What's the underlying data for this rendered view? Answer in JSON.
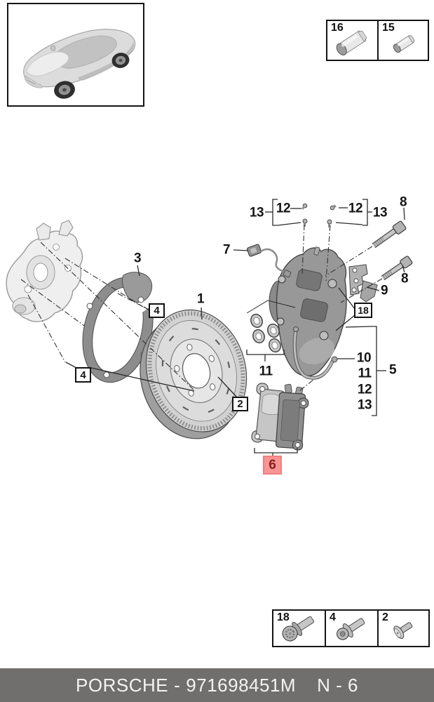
{
  "theme": {
    "highlight_fill": "#f89494",
    "highlight_border": "#ef8080",
    "highlight_text": "#8a1f1f",
    "footer_bg": "#716e6e",
    "footer_text": "#f5f3f3",
    "line_color": "#2b2b2b"
  },
  "vehicle_box": {
    "icon": "porsche-panamera-three-quarter-view"
  },
  "insets": {
    "consumables": {
      "items": [
        {
          "label": "16",
          "icon": "grease-tube-large"
        },
        {
          "label": "15",
          "icon": "grease-tube-small"
        }
      ]
    },
    "fasteners": {
      "items": [
        {
          "label": "18",
          "icon": "multipoint-socket-bolt"
        },
        {
          "label": "4",
          "icon": "washer-head-bolt"
        },
        {
          "label": "2",
          "icon": "countersunk-screw"
        }
      ]
    }
  },
  "callouts": {
    "plain": {
      "left_13": "13",
      "left_12": "12",
      "right_12": "12",
      "right_13": "13",
      "bolt_upper_8": "8",
      "bolt_lower_8": "8",
      "sensor_7": "7",
      "shield_3": "3",
      "retainer_9": "9",
      "disc_1": "1",
      "seals_11": "11",
      "list_10": "10",
      "list_11": "11",
      "list_12": "12",
      "list_13": "13",
      "caliper_kit_5": "5"
    },
    "boxed": {
      "shield_bolt_right_4": "4",
      "shield_bolt_lower_4": "4",
      "disc_screw_2": "2",
      "guide_screw_18": "18"
    },
    "highlighted": {
      "pad_set_6": "6"
    }
  },
  "footer": {
    "brand": "PORSCHE",
    "separator": "-",
    "part_number": "971698451M",
    "page_code": "N - 6"
  }
}
